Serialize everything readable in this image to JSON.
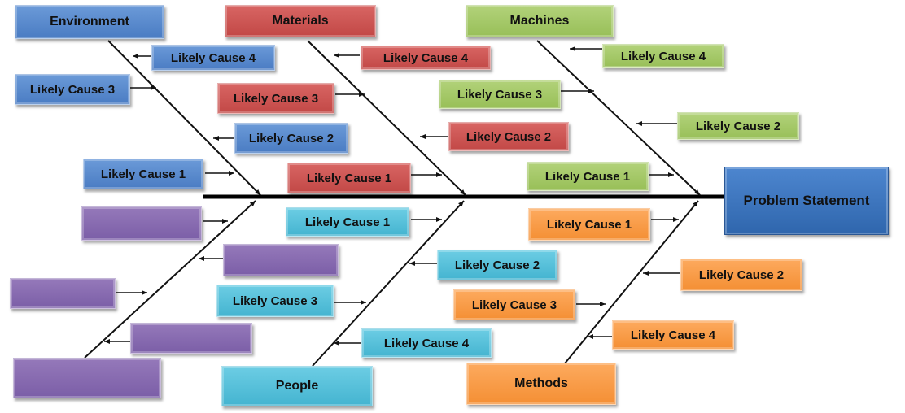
{
  "problem": {
    "label": "Problem Statement"
  },
  "categories": {
    "environment": "Environment",
    "materials": "Materials",
    "machines": "Machines",
    "people": "People",
    "methods": "Methods"
  },
  "causes": {
    "environment": [
      "Likely Cause 1",
      "Likely Cause 2",
      "Likely Cause 3",
      "Likely Cause 4"
    ],
    "materials": [
      "Likely Cause 1",
      "Likely Cause 3",
      "Likely Cause 4"
    ],
    "materials_right": [
      "Likely Cause 2"
    ],
    "machines": [
      "Likely Cause 1",
      "Likely Cause 2",
      "Likely Cause 3",
      "Likely Cause 4"
    ],
    "people": [
      "Likely Cause 1",
      "Likely Cause 2",
      "Likely Cause 3",
      "Likely Cause 4"
    ],
    "methods": [
      "Likely Cause 1",
      "Likely Cause 2",
      "Likely Cause 3",
      "Likely Cause 4"
    ]
  },
  "colors": {
    "environment": "#4a7cc3",
    "materials": "#c24846",
    "machines": "#98bf58",
    "unlabeled": "#7b5ea7",
    "people": "#44b4d0",
    "methods": "#f48f34",
    "problem": "#2f66ad"
  }
}
